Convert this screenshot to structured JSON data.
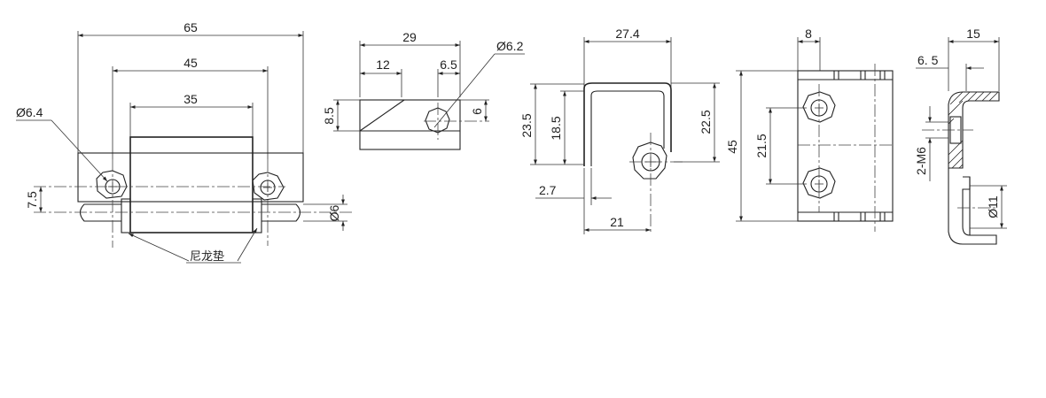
{
  "colors": {
    "line": "#222222",
    "background": "#ffffff"
  },
  "view_front": {
    "dims": {
      "overall": "65",
      "mid": "45",
      "inner": "35",
      "hole_dia": "Ø6.4",
      "offset": "7.5",
      "pin_dia": "Ø6"
    },
    "note": "尼龙垫"
  },
  "view_leaf": {
    "dims": {
      "width": "29",
      "left": "12",
      "right": "6.5",
      "hole_dia": "Ø6.2",
      "height": "8.5",
      "hole_h": "6"
    }
  },
  "view_side": {
    "dims": {
      "width": "27.4",
      "h_total": "23.5",
      "h_inner": "18.5",
      "h_right": "22.5",
      "base_left": "2.7",
      "base_width": "21"
    }
  },
  "view_plate": {
    "dims": {
      "top": "8",
      "height": "45",
      "hole_pitch": "21.5"
    }
  },
  "view_section": {
    "dims": {
      "top": "15",
      "offset": "6. 5",
      "thread": "2-M6",
      "bore_dia": "Ø11"
    }
  }
}
